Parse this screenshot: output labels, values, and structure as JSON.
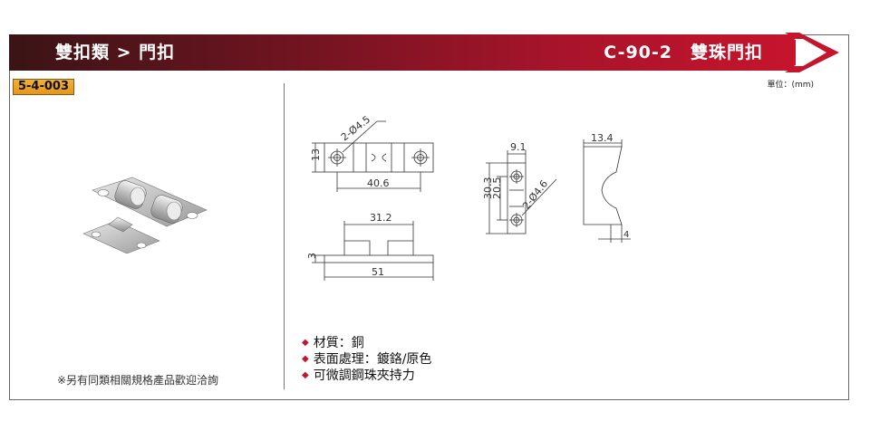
{
  "header": {
    "category": "雙扣類 > 門扣",
    "product": "C-90-2　雙珠門扣",
    "accent_color": "#c5152d",
    "arrow_icon": "chevron-arrow-icon"
  },
  "code": "5-4-003",
  "unit": "單位：(mm)",
  "note": "※另有同類相關規格產品歡迎洽詢",
  "dimensions": {
    "holes": "2-Ø4.5",
    "side_height": "13",
    "hole_span": "40.6",
    "catch_span": "31.2",
    "base_thickness": "3",
    "overall_length": "51",
    "plate_width": "9.1",
    "overall_height": "30.3",
    "inner_height": "20.5",
    "plate_holes": "2-Ø4.6",
    "profile_width": "13.4",
    "profile_depth": "4"
  },
  "specs": [
    "材質：銅",
    "表面處理：鍍鉻/原色",
    "可微調鋼珠夾持力"
  ]
}
